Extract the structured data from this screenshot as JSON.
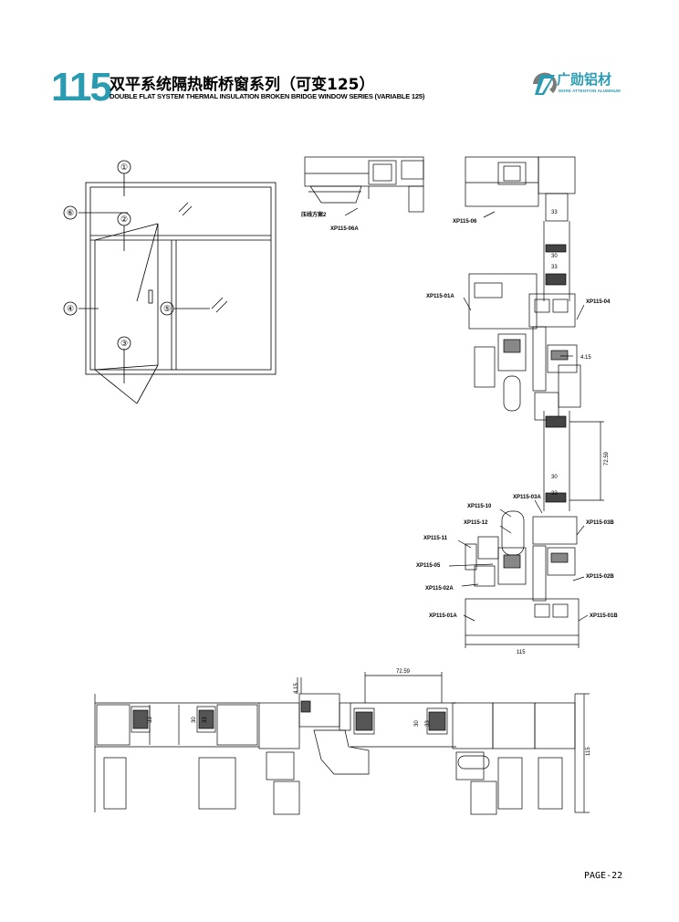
{
  "header": {
    "series_number": "115",
    "title_cn": "双平系统隔热断桥窗系列（可变125）",
    "title_en": "DOUBLE FLAT SYSTEM THERMAL INSULATION BROKEN BRIDGE WINDOW SERIES (VARIABLE 125)"
  },
  "logo": {
    "name_cn": "广勋铝材",
    "tagline": "MORE ATTENTION ALUMINUM",
    "color": "#2a9bb0"
  },
  "window_diagram": {
    "callouts": [
      "①",
      "②",
      "③",
      "④",
      "⑤",
      "⑥"
    ]
  },
  "section_labels": {
    "alt_bead": "压线方案2",
    "xp115_06a": "XP115-06A",
    "xp115_06": "XP115-06",
    "xp115_01a_top": "XP115-01A",
    "xp115_04": "XP115-04",
    "xp115_10": "XP115-10",
    "xp115_03a": "XP115-03A",
    "xp115_12": "XP115-12",
    "xp115_03b": "XP115-03B",
    "xp115_11": "XP115-11",
    "xp115_05": "XP115-05",
    "xp115_02b": "XP115-02B",
    "xp115_02a": "XP115-02A",
    "xp115_01a_bottom": "XP115-01A",
    "xp115_01b": "XP115-01B"
  },
  "dimensions": {
    "glass_33": "33",
    "glass_30": "30",
    "gap_4_15": "4.15",
    "sash_72_59": "72.59",
    "frame_115": "115"
  },
  "footer": {
    "page": "PAGE-22"
  }
}
